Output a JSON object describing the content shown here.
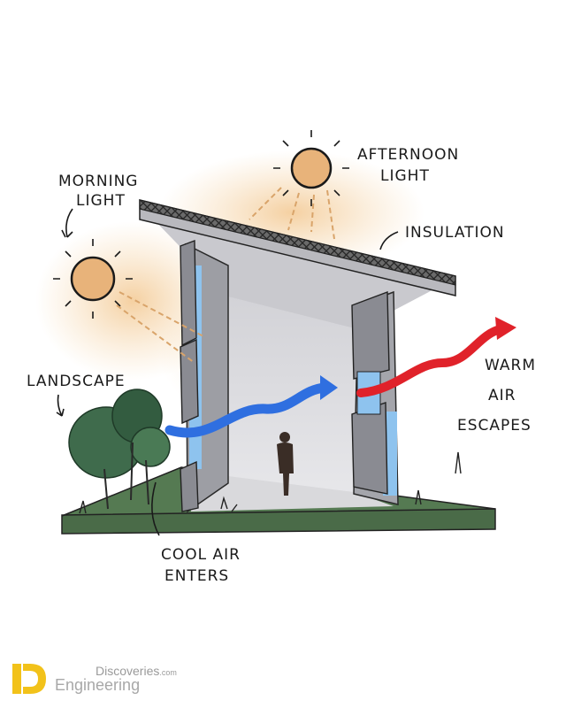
{
  "labels": {
    "morning_light_1": "MORNING",
    "morning_light_2": "LIGHT",
    "afternoon_light_1": "AFTERNOON",
    "afternoon_light_2": "LIGHT",
    "insulation": "INSULATION",
    "landscape": "LANDSCAPE",
    "warm_air_1": "WARM",
    "warm_air_2": "AIR",
    "warm_air_3": "ESCAPES",
    "cool_air_1": "COOL AIR",
    "cool_air_2": "ENTERS"
  },
  "watermark": {
    "line1": "Discoveries",
    "line1_suffix": ".com",
    "line2": "Engineering"
  },
  "colors": {
    "sun": "#e8b37a",
    "glow": "#f6d9b0",
    "cool_air": "#2f6fe0",
    "warm_air": "#e0222a",
    "ground": "#4f6e4c",
    "glass": "#8ec3ee",
    "logo_yellow": "#f2c21a"
  },
  "icons": [
    "sun-icon",
    "tree-icon",
    "person-icon",
    "arrow-icon"
  ]
}
